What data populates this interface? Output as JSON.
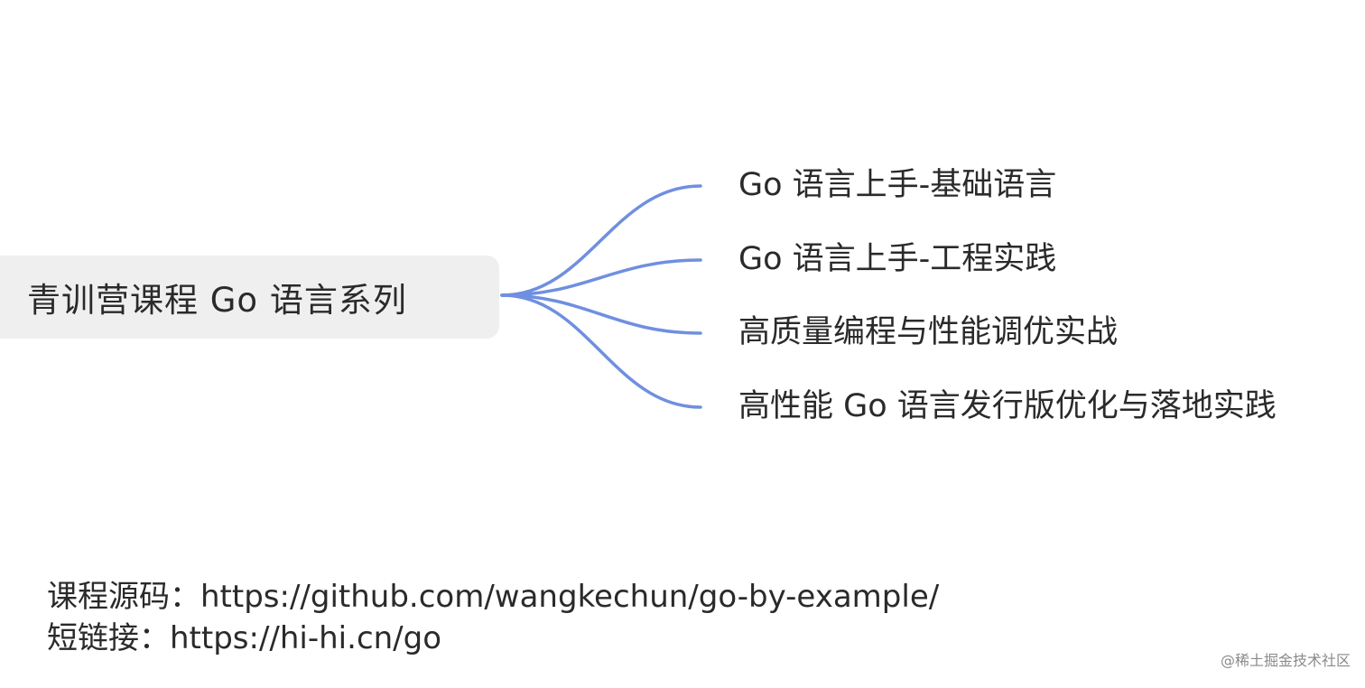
{
  "mindmap": {
    "root": "青训营课程 Go 语言系列",
    "branches": [
      "Go 语言上手-基础语言",
      "Go 语言上手-工程实践",
      "高质量编程与性能调优实战",
      "高性能 Go 语言发行版优化与落地实践"
    ],
    "connector_color": "#6f8fe0"
  },
  "links": {
    "source_label": "课程源码：",
    "source_url": "https://github.com/wangkechun/go-by-example/",
    "short_label": "短链接：",
    "short_url": "https://hi-hi.cn/go"
  },
  "watermark": "@稀土掘金技术社区"
}
